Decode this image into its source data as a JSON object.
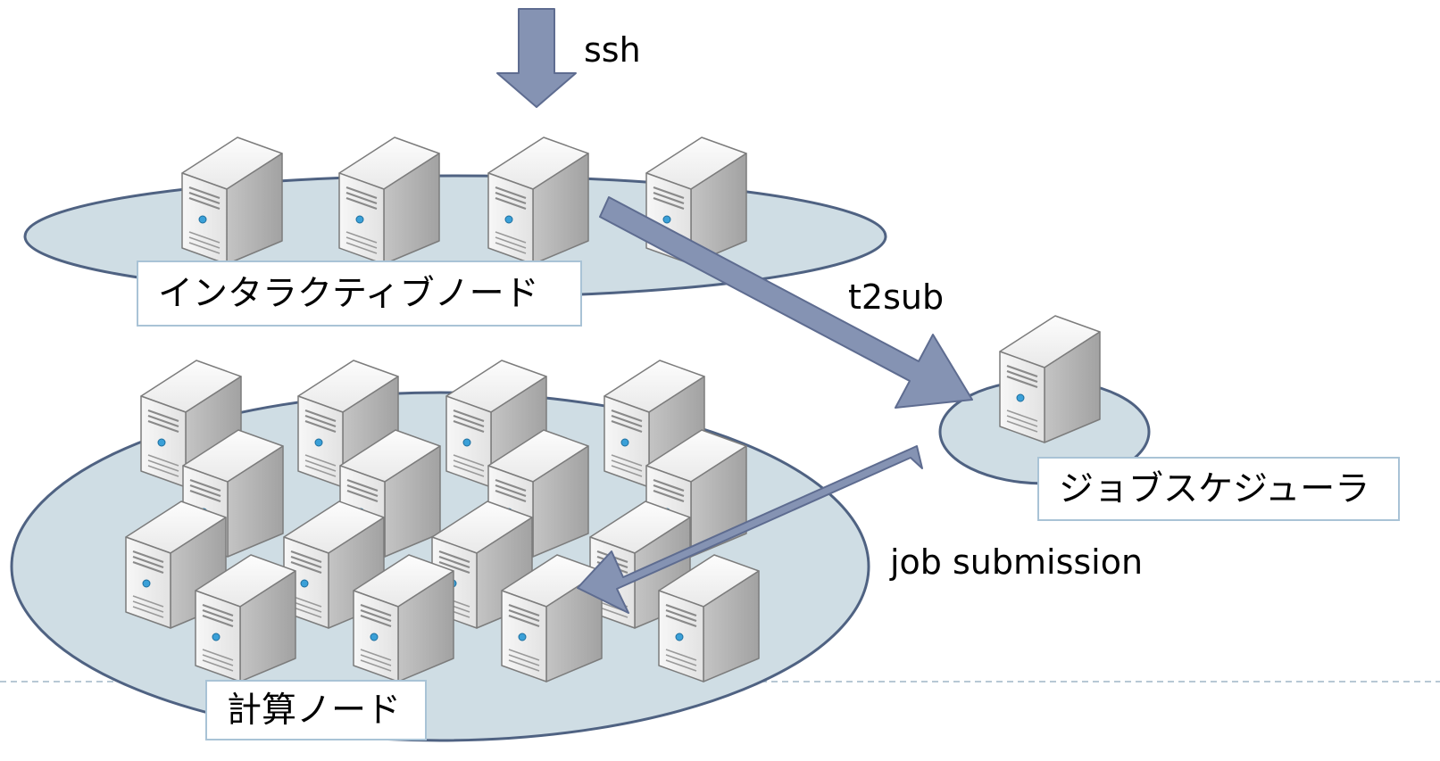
{
  "arrows": {
    "ssh_label": "ssh",
    "t2sub_label": "t2sub",
    "job_submission_label": "job submission"
  },
  "groups": {
    "interactive_label": "インタラクティブノード",
    "scheduler_label": "ジョブスケジューラ",
    "compute_label": "計算ノード"
  },
  "colors": {
    "arrow_fill": "#8593b3",
    "arrow_stroke": "#5e6c90",
    "platform_fill": "#cfdde4",
    "platform_stroke": "#4f6282",
    "label_border": "#a9c3d6",
    "divider": "#9fb6c6"
  },
  "icons": [
    "server-icon"
  ]
}
